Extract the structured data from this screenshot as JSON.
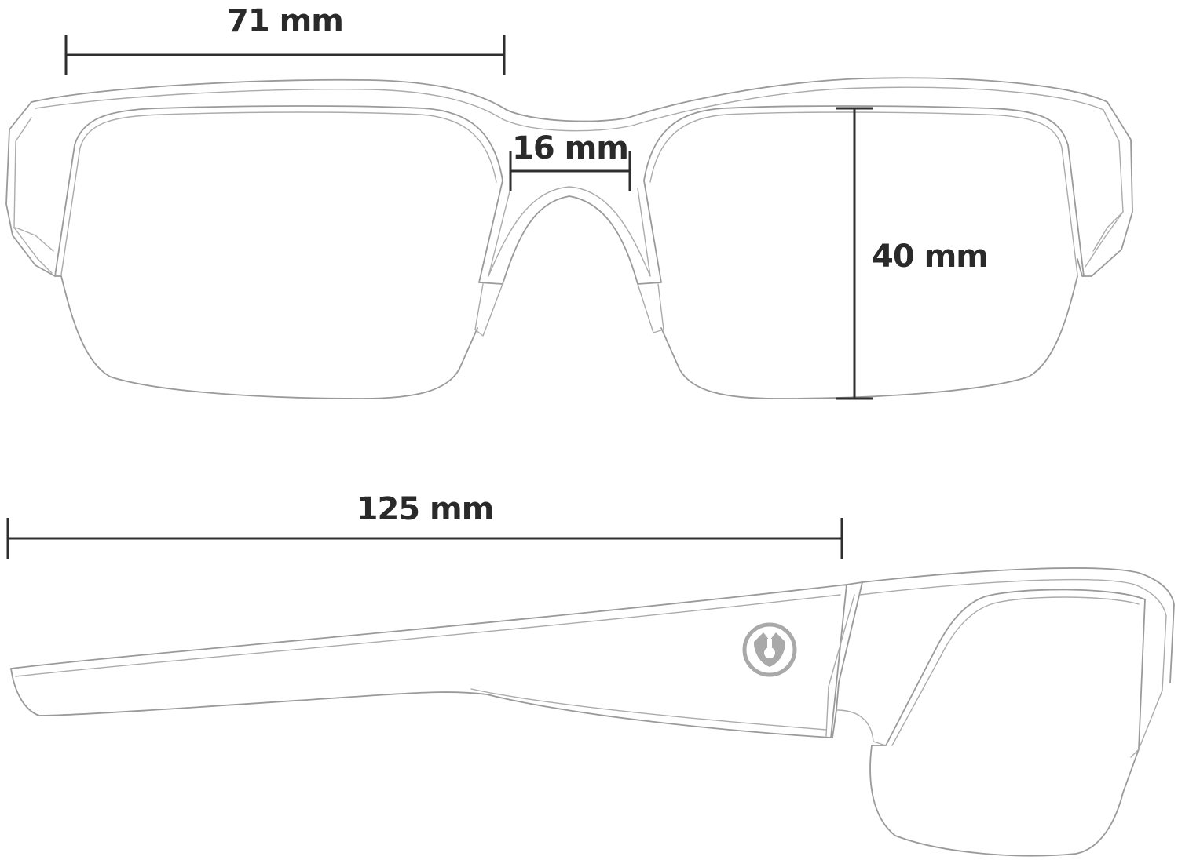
{
  "front_view": {
    "lens_width_label": "71 mm",
    "bridge_width_label": "16 mm",
    "lens_height_label": "40 mm"
  },
  "side_view": {
    "temple_length_label": "125 mm",
    "logo_icon": "brand-logo-icon"
  },
  "colors": {
    "outline": "#9a9a9a",
    "dimension": "#2e2e2e",
    "logo": "#a9a9a9"
  }
}
